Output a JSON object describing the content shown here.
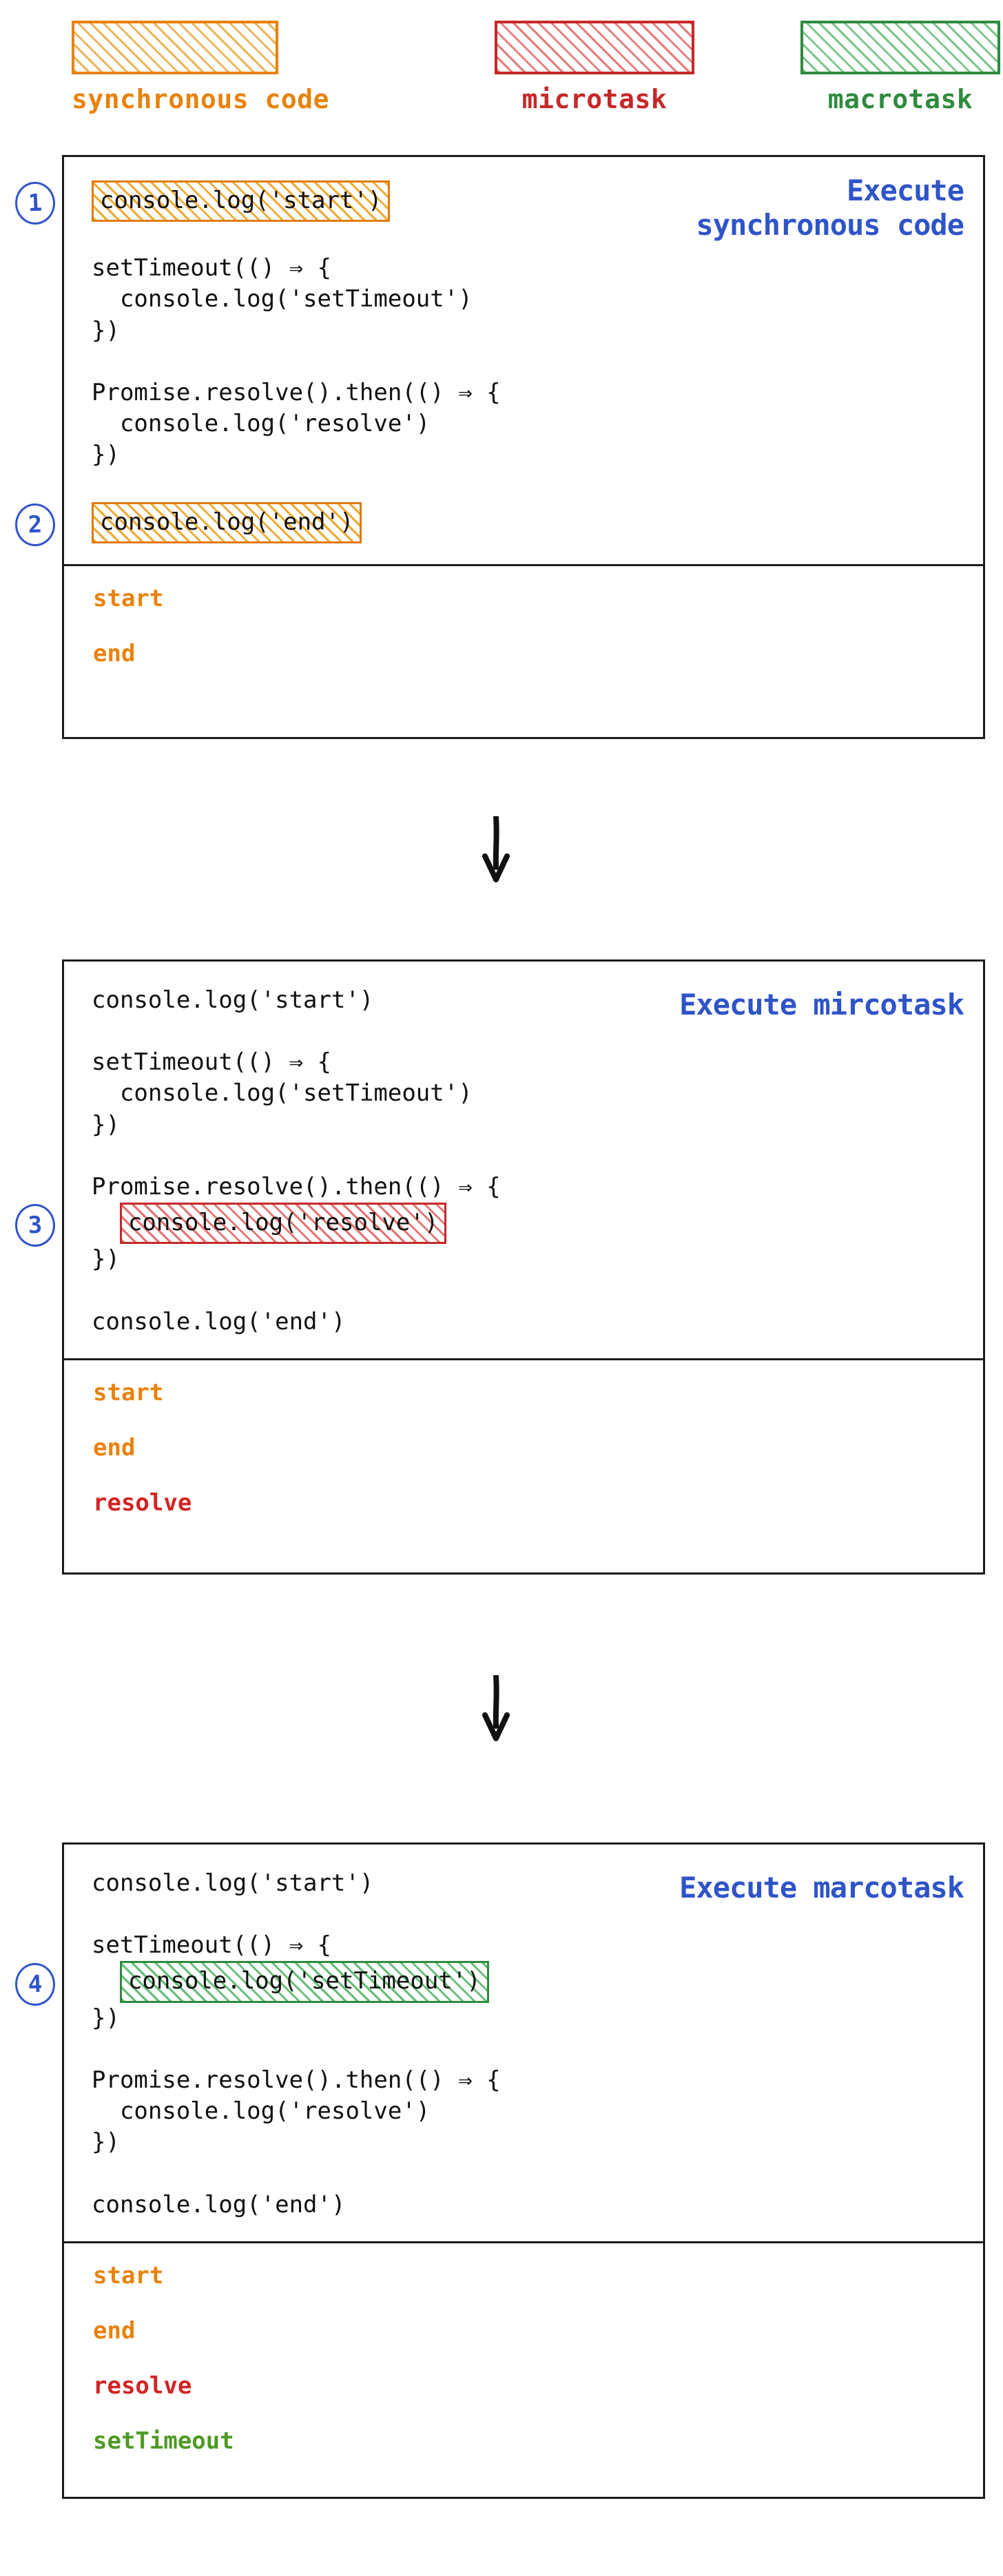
{
  "legend": {
    "items": [
      {
        "label": "synchronous code",
        "color": "#E8820C",
        "swatch": "hatched-box-orange"
      },
      {
        "label": "microtask",
        "color": "#C62828",
        "swatch": "hatched-box-red"
      },
      {
        "label": "macrotask",
        "color": "#2E8B3D",
        "swatch": "hatched-box-green"
      }
    ]
  },
  "panels": [
    {
      "title": "Execute\nsynchronous code",
      "title_color": "#2F54C8",
      "code": [
        {
          "text": "console.log('start')",
          "highlight": "sync",
          "indent": 0,
          "step": "1"
        },
        {
          "text": "",
          "highlight": null,
          "indent": 0,
          "step": null
        },
        {
          "text": "setTimeout(() ⇒ {",
          "highlight": null,
          "indent": 0,
          "step": null
        },
        {
          "text": "  console.log('setTimeout')",
          "highlight": null,
          "indent": 0,
          "step": null
        },
        {
          "text": "})",
          "highlight": null,
          "indent": 0,
          "step": null
        },
        {
          "text": "",
          "highlight": null,
          "indent": 0,
          "step": null
        },
        {
          "text": "Promise.resolve().then(() ⇒ {",
          "highlight": null,
          "indent": 0,
          "step": null
        },
        {
          "text": "  console.log('resolve')",
          "highlight": null,
          "indent": 0,
          "step": null
        },
        {
          "text": "})",
          "highlight": null,
          "indent": 0,
          "step": null
        },
        {
          "text": "",
          "highlight": null,
          "indent": 0,
          "step": null
        },
        {
          "text": "console.log('end')",
          "highlight": "sync",
          "indent": 0,
          "step": "2"
        }
      ],
      "output": [
        {
          "text": "start",
          "kind": "sync"
        },
        {
          "text": "end",
          "kind": "sync"
        }
      ]
    },
    {
      "title": "Execute mircotask",
      "title_color": "#2F54C8",
      "code": [
        {
          "text": "console.log('start')",
          "highlight": null,
          "indent": 0,
          "step": null
        },
        {
          "text": "",
          "highlight": null,
          "indent": 0,
          "step": null
        },
        {
          "text": "setTimeout(() ⇒ {",
          "highlight": null,
          "indent": 0,
          "step": null
        },
        {
          "text": "  console.log('setTimeout')",
          "highlight": null,
          "indent": 0,
          "step": null
        },
        {
          "text": "})",
          "highlight": null,
          "indent": 0,
          "step": null
        },
        {
          "text": "",
          "highlight": null,
          "indent": 0,
          "step": null
        },
        {
          "text": "Promise.resolve().then(() ⇒ {",
          "highlight": null,
          "indent": 0,
          "step": null
        },
        {
          "text": "console.log('resolve')",
          "highlight": "micro",
          "indent": 1,
          "step": "3"
        },
        {
          "text": "})",
          "highlight": null,
          "indent": 0,
          "step": null
        },
        {
          "text": "",
          "highlight": null,
          "indent": 0,
          "step": null
        },
        {
          "text": "console.log('end')",
          "highlight": null,
          "indent": 0,
          "step": null
        }
      ],
      "output": [
        {
          "text": "start",
          "kind": "sync"
        },
        {
          "text": "end",
          "kind": "sync"
        },
        {
          "text": "resolve",
          "kind": "micro"
        }
      ]
    },
    {
      "title": "Execute marcotask",
      "title_color": "#2F54C8",
      "code": [
        {
          "text": "console.log('start')",
          "highlight": null,
          "indent": 0,
          "step": null
        },
        {
          "text": "",
          "highlight": null,
          "indent": 0,
          "step": null
        },
        {
          "text": "setTimeout(() ⇒ {",
          "highlight": null,
          "indent": 0,
          "step": null
        },
        {
          "text": "console.log('setTimeout')",
          "highlight": "macro",
          "indent": 1,
          "step": "4"
        },
        {
          "text": "})",
          "highlight": null,
          "indent": 0,
          "step": null
        },
        {
          "text": "",
          "highlight": null,
          "indent": 0,
          "step": null
        },
        {
          "text": "Promise.resolve().then(() ⇒ {",
          "highlight": null,
          "indent": 0,
          "step": null
        },
        {
          "text": "  console.log('resolve')",
          "highlight": null,
          "indent": 0,
          "step": null
        },
        {
          "text": "})",
          "highlight": null,
          "indent": 0,
          "step": null
        },
        {
          "text": "",
          "highlight": null,
          "indent": 0,
          "step": null
        },
        {
          "text": "console.log('end')",
          "highlight": null,
          "indent": 0,
          "step": null
        }
      ],
      "output": [
        {
          "text": "start",
          "kind": "sync"
        },
        {
          "text": "end",
          "kind": "sync"
        },
        {
          "text": "resolve",
          "kind": "micro"
        },
        {
          "text": "setTimeout",
          "kind": "macro"
        }
      ]
    }
  ],
  "connectors": [
    {
      "name": "arrow-panel1-to-panel2"
    },
    {
      "name": "arrow-panel2-to-panel3"
    }
  ]
}
